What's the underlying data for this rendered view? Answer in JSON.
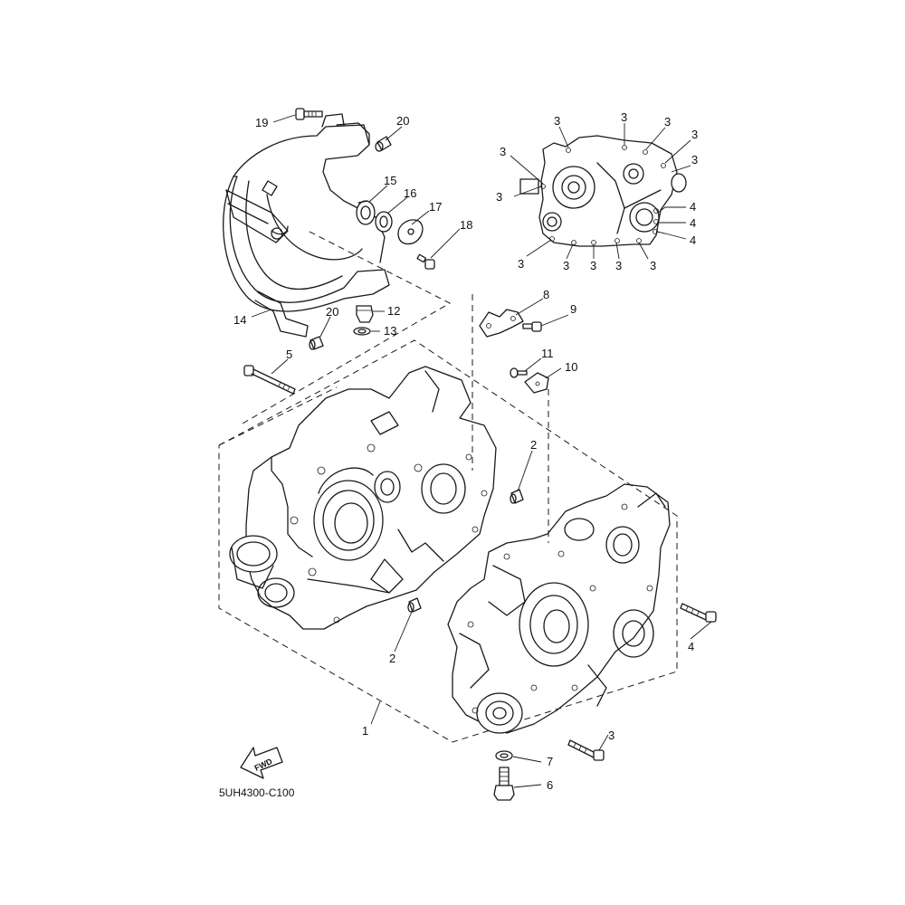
{
  "callouts": {
    "c1": "1",
    "c2a": "2",
    "c2b": "2",
    "c3a": "3",
    "c4a": "4",
    "c5": "5",
    "c6": "6",
    "c7": "7",
    "c8": "8",
    "c9": "9",
    "c10": "10",
    "c11": "11",
    "c12": "12",
    "c13": "13",
    "c14": "14",
    "c15": "15",
    "c16": "16",
    "c17": "17",
    "c18": "18",
    "c19": "19",
    "c20a": "20",
    "c20b": "20",
    "d3_1": "3",
    "d3_2": "3",
    "d3_3": "3",
    "d3_4": "3",
    "d3_5": "3",
    "d3_6": "3",
    "d3_7": "3",
    "d3_8": "3",
    "d3_9": "3",
    "d3_10": "3",
    "d3_11": "3",
    "d3_12": "3",
    "d4_1": "4",
    "d4_2": "4",
    "d4_3": "4"
  },
  "fwd_label": "FWD",
  "diagram_code": "5UH4300-C100"
}
